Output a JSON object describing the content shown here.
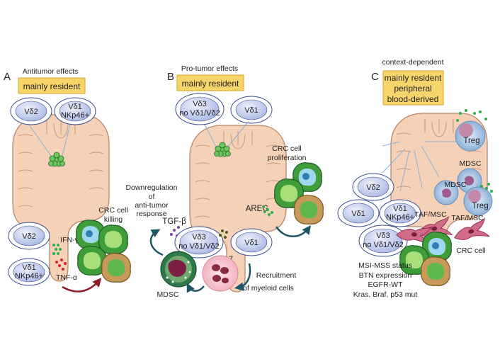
{
  "panels": [
    {
      "letter": "A",
      "heading": "Antitumor effects",
      "box": "mainly resident",
      "cells_top": [
        {
          "line1": "Vδ2",
          "line2": ""
        },
        {
          "line1": "Vδ1",
          "line2": "NKp46+"
        }
      ],
      "cells_bottom": [
        {
          "line1": "Vδ2",
          "line2": ""
        },
        {
          "line1": "Vδ1",
          "line2": "NKp46+"
        }
      ],
      "ifn": "IFN-γ",
      "tnf": "TNF-α",
      "crc_line1": "CRC cell",
      "crc_line2": "killing"
    },
    {
      "letter": "B",
      "heading": "Pro-tumor effects",
      "box": "mainly resident",
      "cells_top": [
        {
          "line1": "Vδ3",
          "line2": "no Vδ1/Vδ2"
        },
        {
          "line1": "Vδ1",
          "line2": ""
        }
      ],
      "cells_mid": [
        {
          "line1": "Vδ3",
          "line2": "no Vδ1/Vδ2"
        },
        {
          "line1": "Vδ1",
          "line2": ""
        }
      ],
      "downreg": [
        "Downregulation",
        "of",
        "anti-tumor",
        "response"
      ],
      "tgf": "TGF-β",
      "il17": "IL-17",
      "areg": "AREG",
      "prolif": [
        "CRC cell",
        "proliferation"
      ],
      "mdsc": "MDSC",
      "recruit": [
        "Recruitment",
        "of myeloid cells"
      ]
    },
    {
      "letter": "C",
      "heading": "context-dependent",
      "box": [
        "mainly resident",
        "peripheral",
        "blood-derived"
      ],
      "cells": [
        {
          "line1": "Vδ2",
          "line2": ""
        },
        {
          "line1": "Vδ1",
          "line2": ""
        },
        {
          "line1": "Vδ1",
          "line2": "NKp46+"
        },
        {
          "line1": "Vδ3",
          "line2": "no Vδ1/Vδ2"
        }
      ],
      "treg": "Treg",
      "mdsc": "MDSC",
      "taf1": "TAF/MSC",
      "taf2": "TAF/MSC",
      "crc": "CRC cell",
      "factors": [
        "MSI-MSS status",
        "BTN expression",
        "EGFR-WT",
        "Kras, Braf, p53 mut"
      ]
    }
  ],
  "colors": {
    "box_fill": "#f7d56a",
    "box_stroke": "#d9a520",
    "cell_fill": "#c9d3ef",
    "cell_stroke": "#3b4f8f",
    "colon_fill": "#f5d1b8",
    "colon_stroke": "#b98868",
    "tumor": "#2e8b3e",
    "arrow": "#1f5566"
  }
}
